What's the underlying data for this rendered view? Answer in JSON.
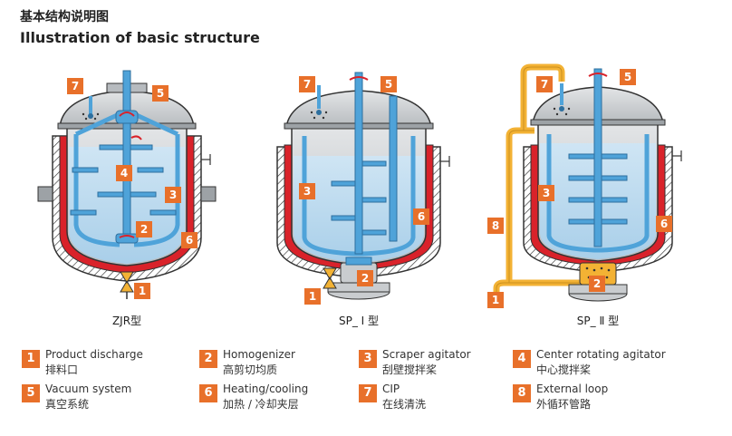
{
  "header": {
    "title_cn": "基本结构说明图",
    "title_en": "Illustration of basic structure"
  },
  "tanks": [
    {
      "label": "ZJR型"
    },
    {
      "label": "SP_ Ⅰ 型"
    },
    {
      "label": "SP_ Ⅱ 型"
    }
  ],
  "legend": [
    {
      "num": "1",
      "en": "Product discharge",
      "cn": "排料口"
    },
    {
      "num": "2",
      "en": "Homogenizer",
      "cn": "高剪切均质"
    },
    {
      "num": "3",
      "en": "Scraper agitator",
      "cn": "刮壁搅拌桨"
    },
    {
      "num": "4",
      "en": "Center rotating agitator",
      "cn": "中心搅拌桨"
    },
    {
      "num": "5",
      "en": "Vacuum system",
      "cn": "真空系统"
    },
    {
      "num": "6",
      "en": "Heating/cooling",
      "cn": "加热 / 冷却夹层"
    },
    {
      "num": "7",
      "en": "CIP",
      "cn": "在线清洗"
    },
    {
      "num": "8",
      "en": "External loop",
      "cn": "外循环管路"
    }
  ],
  "colors": {
    "accent": "#E8702A",
    "jacket": "#D9222A",
    "liquid": "#BFDDF0",
    "shaft": "#4FA3D9",
    "shell": "#C9CCCF",
    "loop": "#F3B234"
  }
}
